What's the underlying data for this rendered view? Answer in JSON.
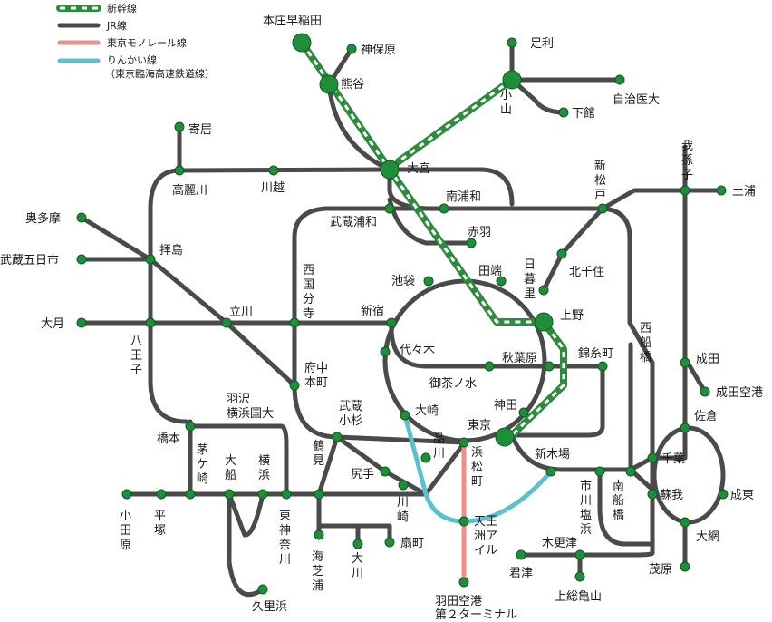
{
  "legend": {
    "shinkansen": "新幹線",
    "jr": "JR線",
    "monorail": "東京モノレール線",
    "rinkai": "りんかい線",
    "rinkai_sub": "（東京臨海高速鉄道線）"
  },
  "colors": {
    "station": "#1e8e3a",
    "jr_line": "#4a4a4a",
    "shinkansen": "#2e8b3e",
    "monorail": "#f08f8a",
    "rinkai": "#5cc1cd"
  },
  "stations": {
    "honjo_waseda": "本庄早稲田",
    "jimbohara": "神保原",
    "kumagaya": "熊谷",
    "ashikaga": "足利",
    "oyama": "小山",
    "jichi_idai": "自治医大",
    "shimodate": "下館",
    "yorii": "寄居",
    "komagawa": "高麗川",
    "kawagoe": "川越",
    "omiya": "大宮",
    "minami_urawa": "南浦和",
    "shin_matsudo": "新松戸",
    "abiko": "我孫子",
    "tsuchiura": "土浦",
    "okutama": "奥多摩",
    "musashi_itsukaichi": "武蔵五日市",
    "haijima": "拝島",
    "musashi_urawa": "武蔵浦和",
    "akabane": "赤羽",
    "nishi_kokubunji": "西国分寺",
    "tabata": "田端",
    "nippori": "日暮里",
    "kita_senju": "北千住",
    "ikebukuro": "池袋",
    "tachikawa": "立川",
    "shinjuku": "新宿",
    "ueno": "上野",
    "otsuki": "大月",
    "hachioji": "八王子",
    "nishi_funabashi": "西船橋",
    "narita": "成田",
    "yoyogi": "代々木",
    "akihabara": "秋葉原",
    "kinshicho": "錦糸町",
    "ochanomizu": "御茶ノ水",
    "fuchu_hommachi": "府中本町",
    "narita_airport": "成田空港",
    "hazawa_yokohama_kokudai": "羽沢横浜国大",
    "kanda": "神田",
    "sakura": "佐倉",
    "musashi_kosugi": "武蔵小杉",
    "osaki": "大崎",
    "tokyo": "東京",
    "hashimoto": "橋本",
    "shin_kiba": "新木場",
    "chiba": "千葉",
    "chigasaki": "茅ケ崎",
    "ofuna": "大船",
    "yokohama": "横浜",
    "tsurumi": "鶴見",
    "shinagawa": "品川",
    "hamamatsucho": "浜松町",
    "shiriya": "尻手",
    "ichikawa_shiohama": "市川塩浜",
    "minami_funabashi": "南船橋",
    "soga": "蘇我",
    "naruto": "成東",
    "odawara": "小田原",
    "hiratsuka": "平塚",
    "higashi_kanagawa": "東神奈川",
    "kawasaki": "川崎",
    "tennozu_isle": "天王洲アイル",
    "oami": "大網",
    "kisarazu": "木更津",
    "umi_shibaura": "海芝浦",
    "okawa": "大川",
    "ogimachi": "扇町",
    "kimitsu": "君津",
    "mobara": "茂原",
    "kazusa_ichinomiya": "上総亀山",
    "haneda_t2": "羽田空港",
    "haneda_t2b": "第２ターミナル",
    "kurihama": "久里浜"
  }
}
